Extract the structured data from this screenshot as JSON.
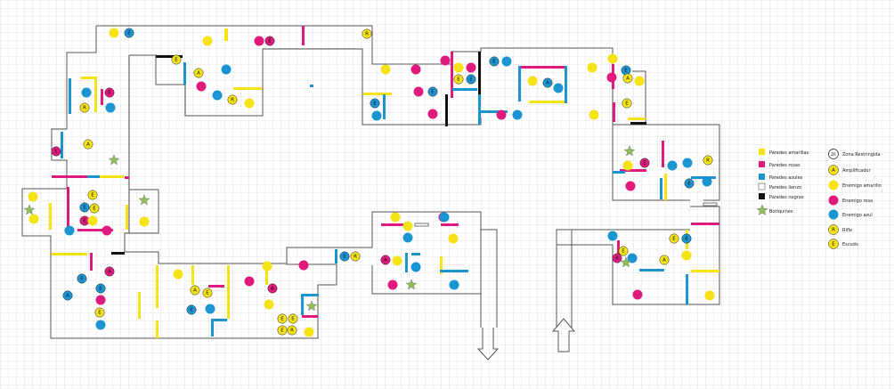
{
  "colors": {
    "yellow": "#f5e315",
    "pink": "#e0197d",
    "blue": "#1b95d2",
    "black": "#111111",
    "wall_outline": "#555555",
    "grid": "#dcdcdc",
    "medkit": "#8fbf5a"
  },
  "legend": {
    "items": [
      {
        "label": "Paredes amarillas",
        "icon": "yellow-square"
      },
      {
        "label": "Paredes rosas",
        "icon": "pink-square"
      },
      {
        "label": "Paredes azules",
        "icon": "blue-square"
      },
      {
        "label": "Paredes lienzo",
        "icon": "white-square"
      },
      {
        "label": "Paredes negras",
        "icon": "black-square"
      },
      {
        "label": "Botiquines",
        "icon": "star-icon"
      }
    ],
    "tokens": [
      {
        "label": "Zona Restringida",
        "icon": "zr-circle",
        "letter": "ZR"
      },
      {
        "label": "Amplificador",
        "icon": "yellow-circle-a",
        "letter": "A"
      },
      {
        "label": "Enemigo amarillo",
        "icon": "yellow-circle"
      },
      {
        "label": "Enemigo rosa",
        "icon": "pink-circle"
      },
      {
        "label": "Enemigo azul",
        "icon": "blue-circle"
      },
      {
        "label": "Rifle",
        "icon": "yellow-circle-r",
        "letter": "R"
      },
      {
        "label": "Escudo",
        "icon": "yellow-circle-e",
        "letter": "E"
      }
    ]
  }
}
